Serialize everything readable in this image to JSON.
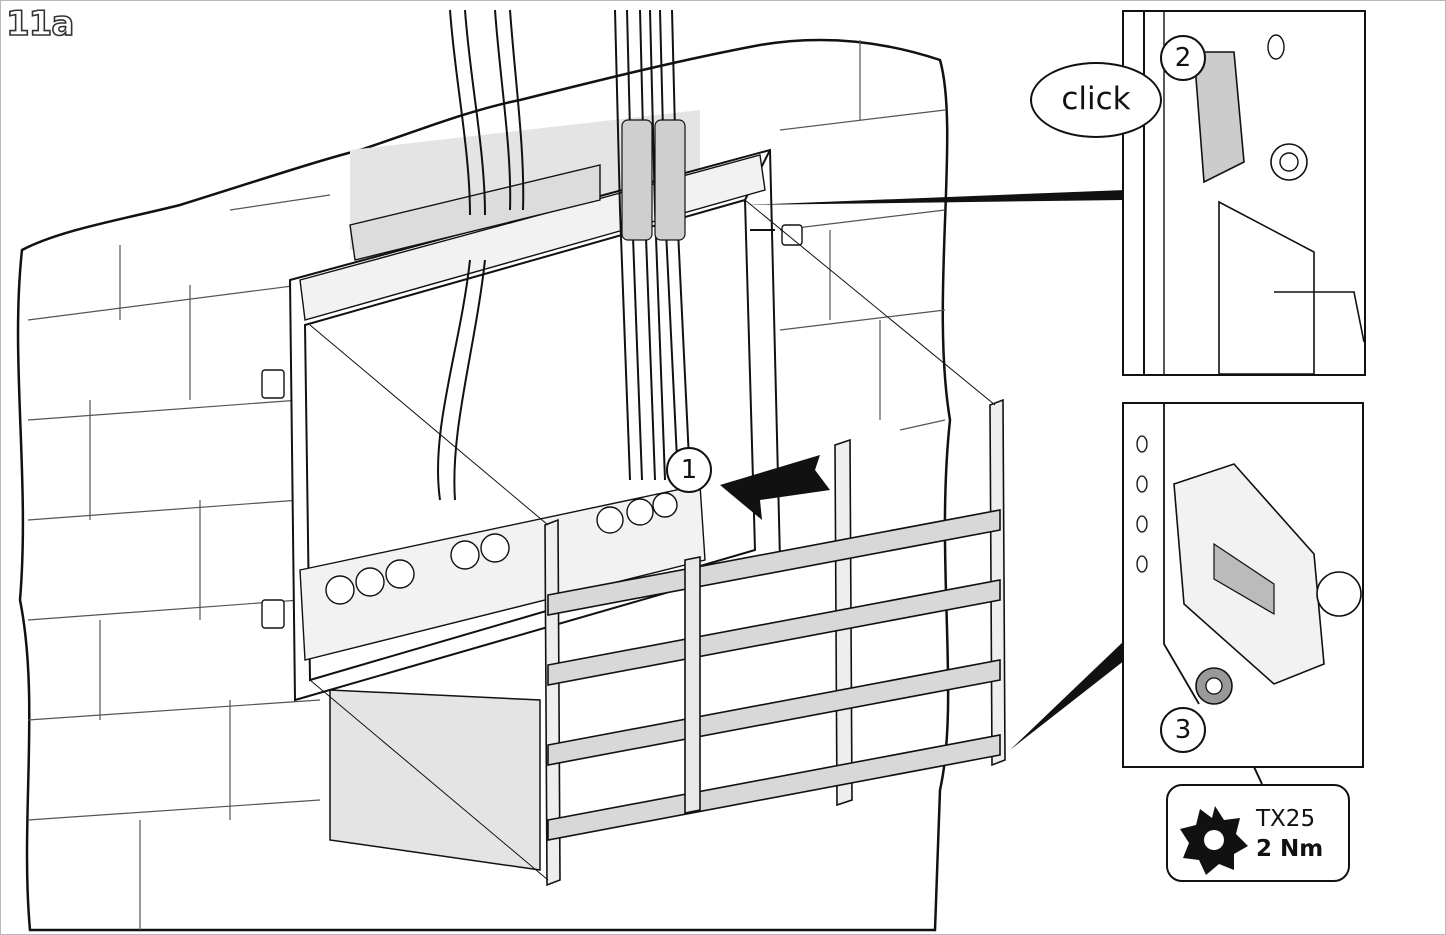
{
  "figure": {
    "step_label": "11a"
  },
  "callouts": {
    "step_1": "1",
    "step_2": "2",
    "step_3": "3",
    "click_label": "click"
  },
  "torque_spec": {
    "tool": "TX25",
    "torque": "2 Nm",
    "icon": "torx-bit-icon"
  },
  "colors": {
    "line": "#111111",
    "wall_fill": "#ffffff",
    "recess_fill": "#e4e4e4",
    "rail_fill": "#d8d8d8",
    "arrow_fill": "#111111"
  }
}
